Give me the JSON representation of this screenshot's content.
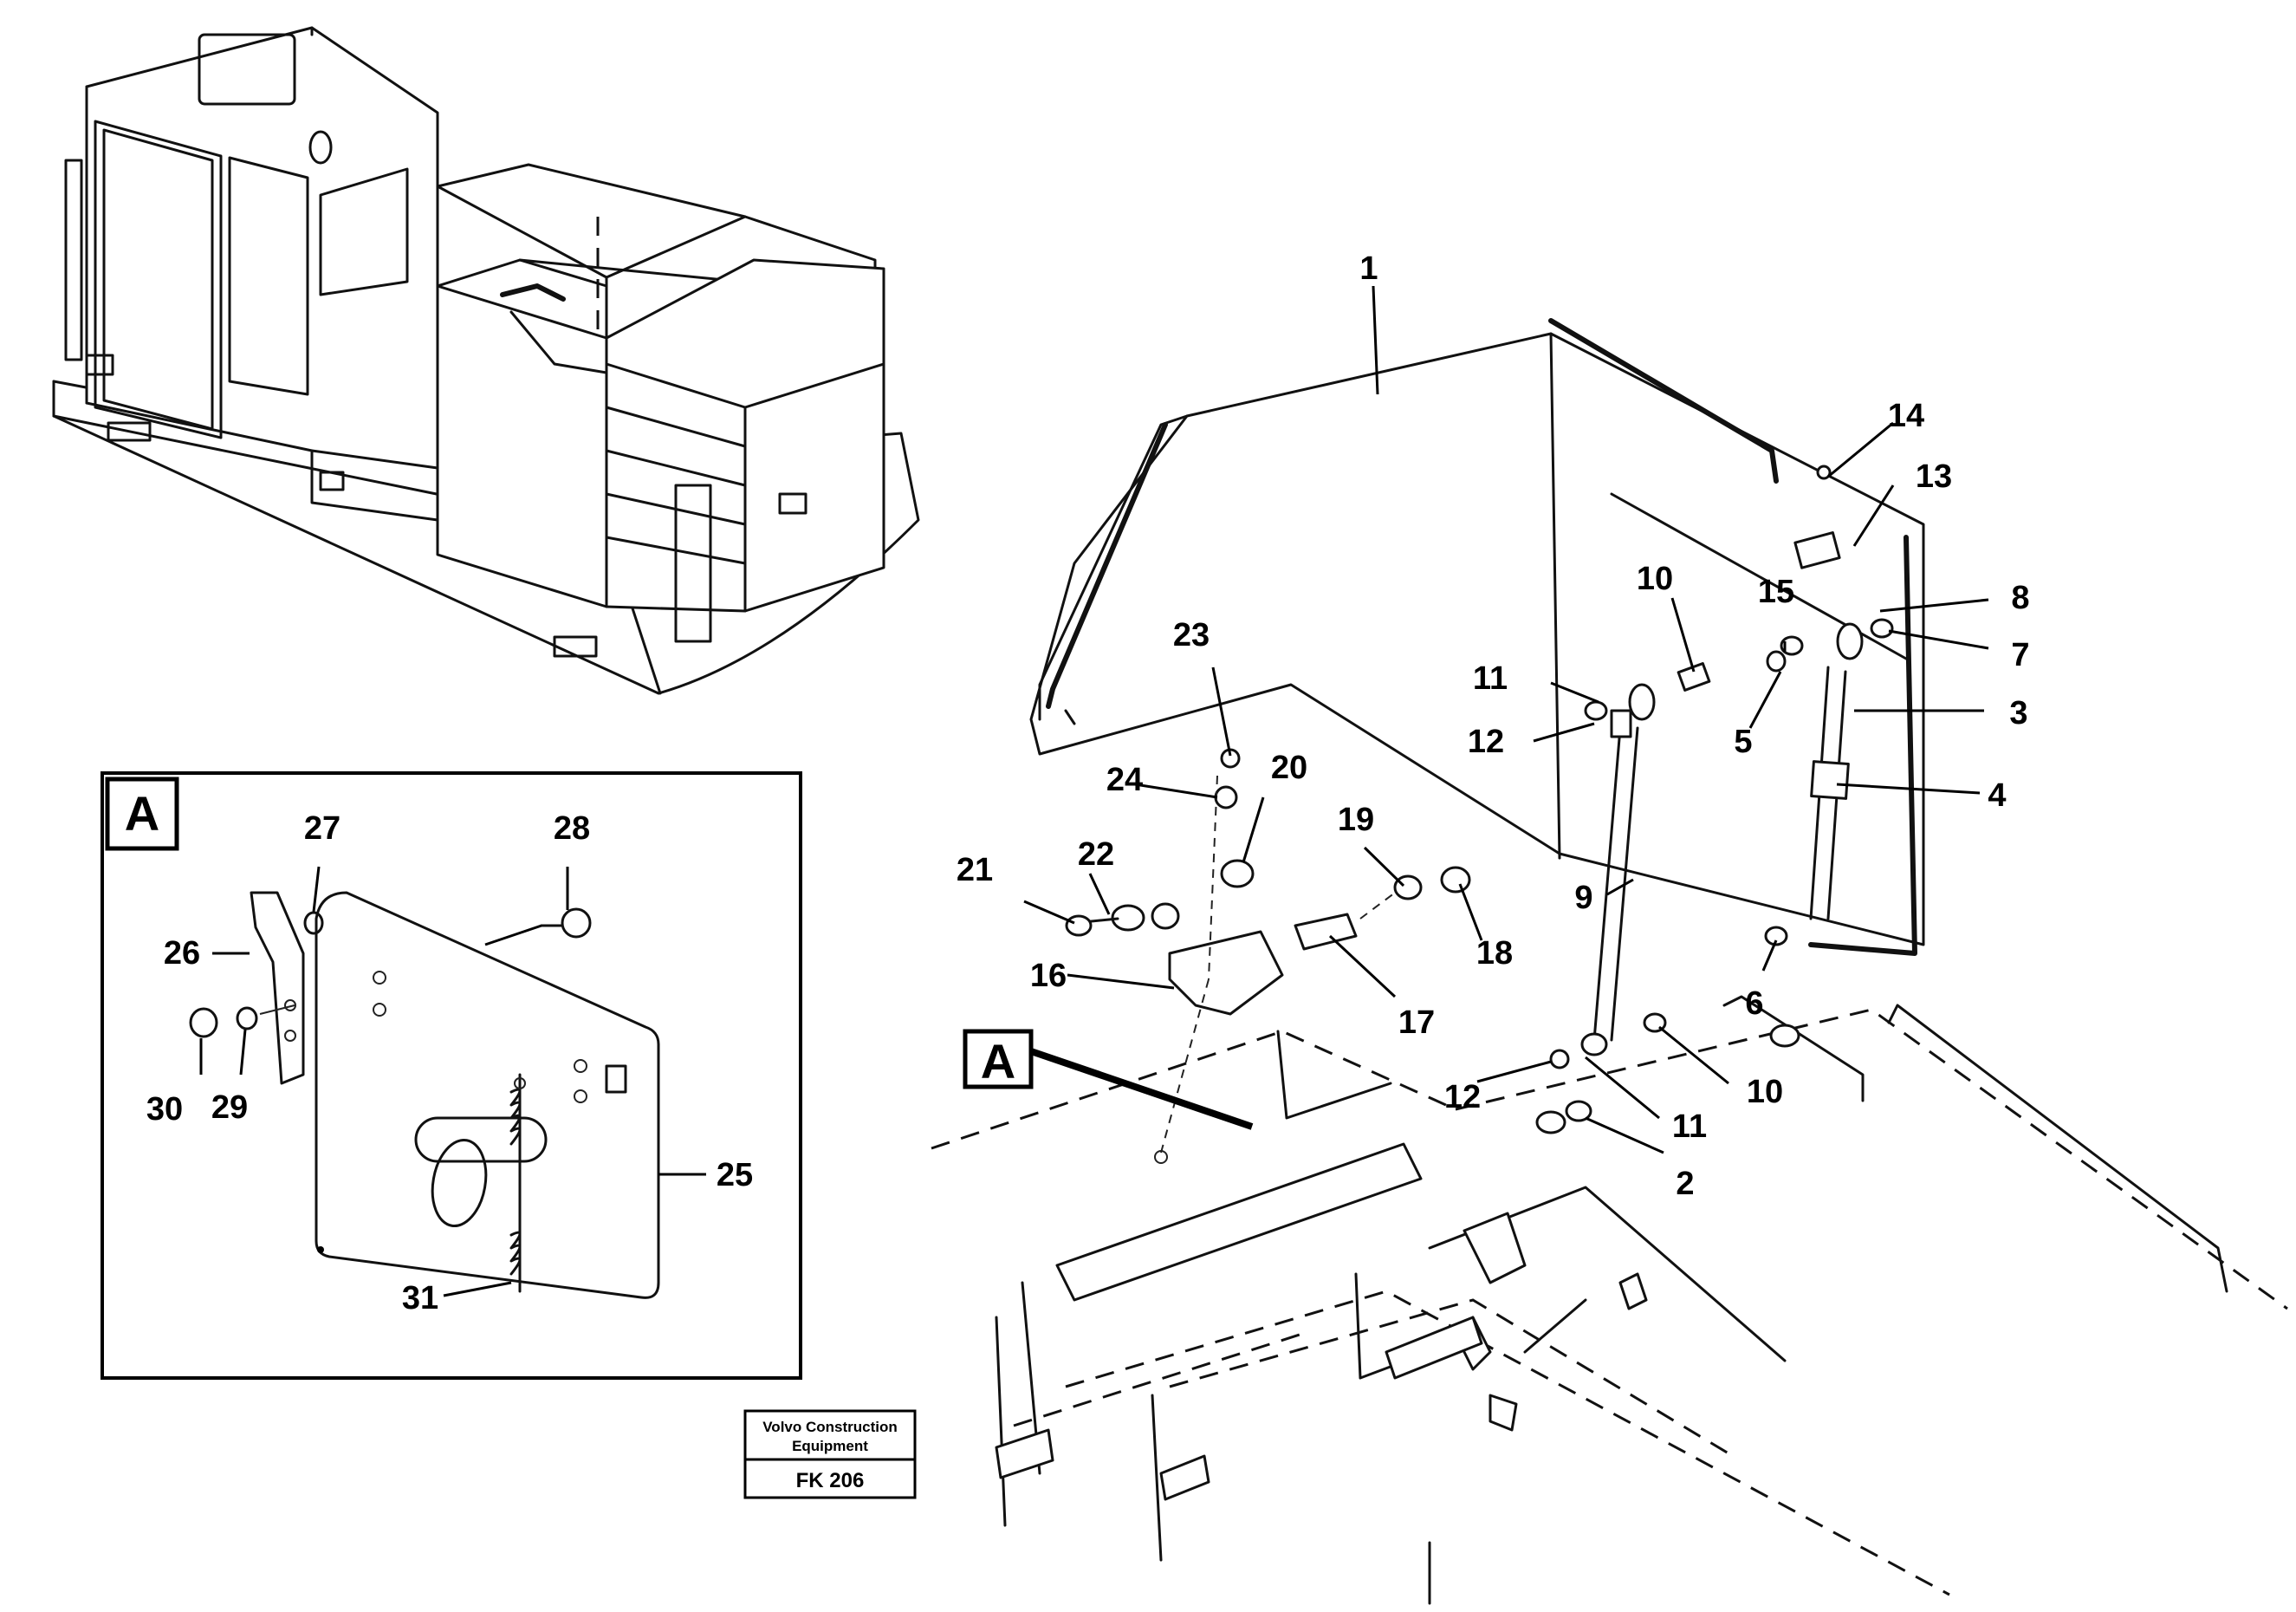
{
  "detail_label": "A",
  "callouts": {
    "c1": "1",
    "c2": "2",
    "c3": "3",
    "c4": "4",
    "c5": "5",
    "c6": "6",
    "c7": "7",
    "c8": "8",
    "c9": "9",
    "c10a": "10",
    "c10b": "10",
    "c11a": "11",
    "c11b": "11",
    "c12a": "12",
    "c12b": "12",
    "c13": "13",
    "c14": "14",
    "c15": "15",
    "c16": "16",
    "c17": "17",
    "c18": "18",
    "c19": "19",
    "c20": "20",
    "c21": "21",
    "c22": "22",
    "c23": "23",
    "c24": "24",
    "c25": "25",
    "c26": "26",
    "c27": "27",
    "c28": "28",
    "c29": "29",
    "c30": "30",
    "c31": "31"
  },
  "title_block": {
    "line1": "Volvo Construction",
    "line2": "Equipment",
    "code": "FK 206"
  }
}
